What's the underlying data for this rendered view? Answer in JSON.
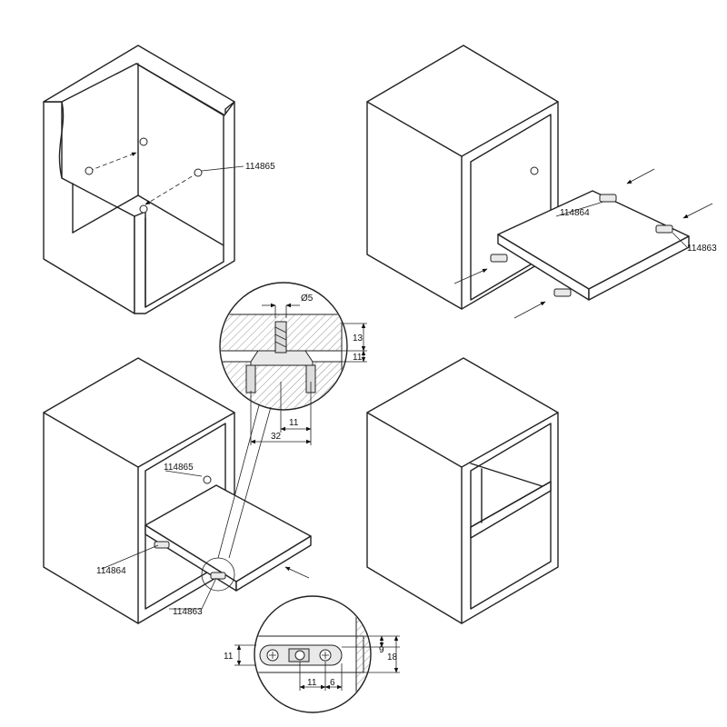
{
  "parts": {
    "p114865": "114865",
    "p114864": "114864",
    "p114863": "114863"
  },
  "dims_top": {
    "d_diameter": "Ø5",
    "d13": "13",
    "d11v": "11",
    "d11h": "11",
    "d32": "32"
  },
  "dims_bottom": {
    "d9": "9",
    "d18": "18",
    "d11v": "11",
    "d11h": "11",
    "d6": "6"
  }
}
